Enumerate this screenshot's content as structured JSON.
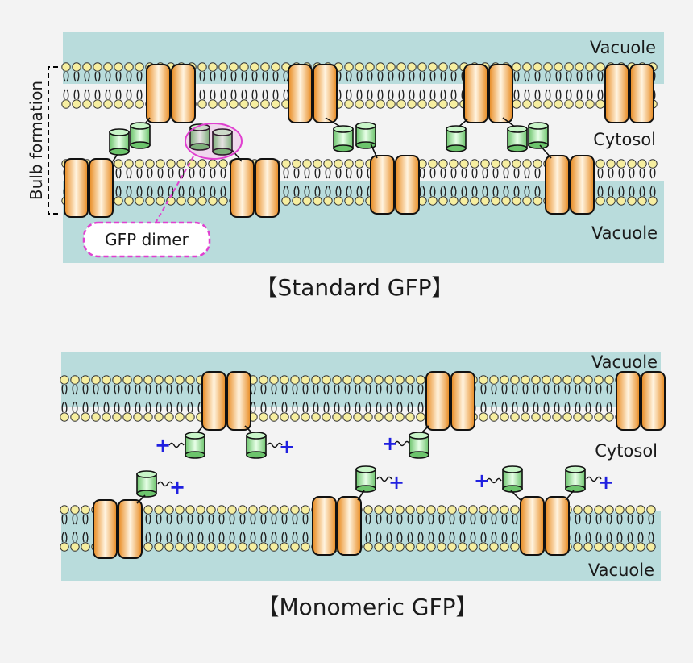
{
  "panels": [
    {
      "caption": "【Standard GFP】",
      "labels": {
        "vacuole_top": "Vacuole",
        "cytosol": "Cytosol",
        "vacuole_bottom": "Vacuole"
      },
      "bracket_label": "Bulb formation",
      "callout_label": "GFP dimer"
    },
    {
      "caption": "【Monomeric GFP】",
      "labels": {
        "vacuole_top": "Vacuole",
        "cytosol": "Cytosol",
        "vacuole_bottom": "Vacuole"
      },
      "charge_symbol": "+"
    }
  ],
  "colors": {
    "vacuole": "#b9dcdc",
    "background": "#f3f3f3",
    "lipid_head": "#f6eea0",
    "protein": "#f0a040",
    "gfp": "#8fd88f",
    "dimer_highlight": "#e040d0",
    "charge": "#2020e0"
  }
}
